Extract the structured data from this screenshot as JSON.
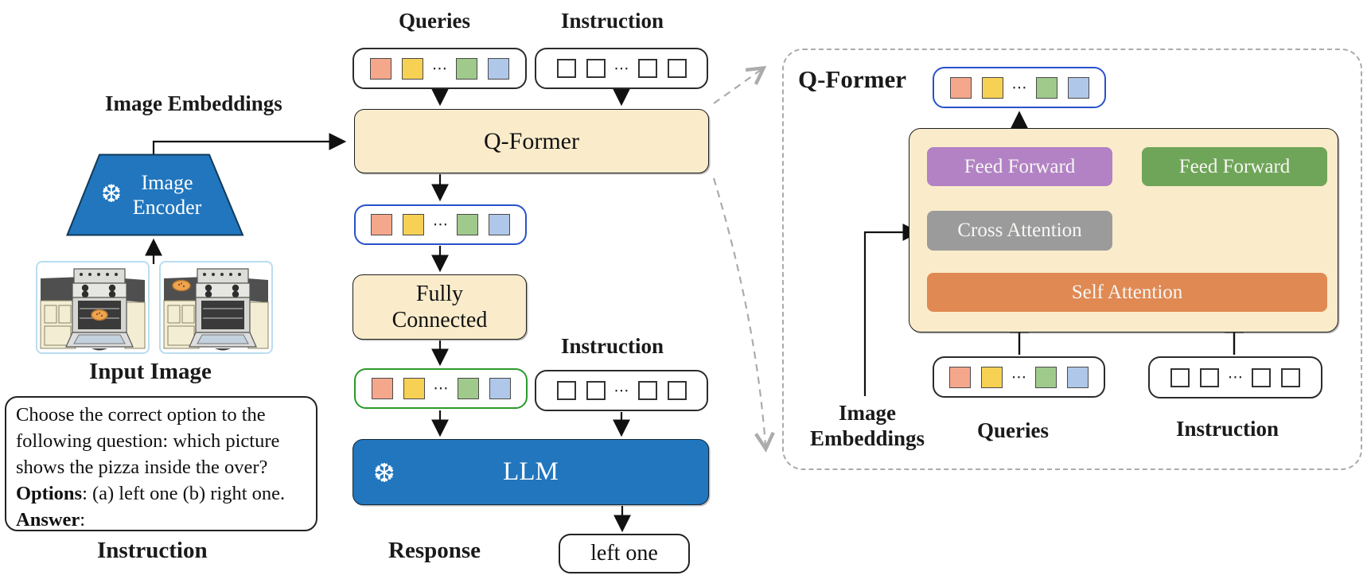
{
  "colors": {
    "cream": "#faeccb",
    "blue": "#2176be",
    "purple": "#b282c4",
    "gray": "#9b9b9b",
    "orange": "#e08952",
    "green": "#6fa558",
    "token_salmon": "#f5a78c",
    "token_yellow": "#f6d154",
    "token_green": "#9fca8b",
    "token_blue": "#afc7e8",
    "blue_row_border": "#2951cc",
    "green_row_border": "#2b9a2b",
    "dashed_gray": "#ababab"
  },
  "icons": {
    "snowflake": "❆",
    "dots": "⋯"
  },
  "left": {
    "image_embeddings_label": "Image Embeddings",
    "image_encoder_label": "Image Encoder",
    "input_image_label": "Input Image",
    "instruction_caption": "Instruction",
    "instruction_box": {
      "question": "Choose the correct option to the following question: which picture shows the pizza inside the over?",
      "options_label": "Options",
      "options_text": ": (a) left one (b) right one.",
      "answer_label": "Answer",
      "answer_text": ":"
    }
  },
  "middle": {
    "queries_label": "Queries",
    "instruction_label": "Instruction",
    "qformer_label": "Q-Former",
    "fully_connected_label": "Fully Connected",
    "instruction_label_2": "Instruction",
    "llm_label": "LLM",
    "response_label": "Response",
    "response_value": "left one"
  },
  "right_panel": {
    "title": "Q-Former",
    "feed_forward_left_label": "Feed Forward",
    "feed_forward_right_label": "Feed Forward",
    "cross_attention_label": "Cross Attention",
    "self_attention_label": "Self Attention",
    "image_embeddings_label": "Image Embeddings",
    "queries_label": "Queries",
    "instruction_label": "Instruction"
  }
}
